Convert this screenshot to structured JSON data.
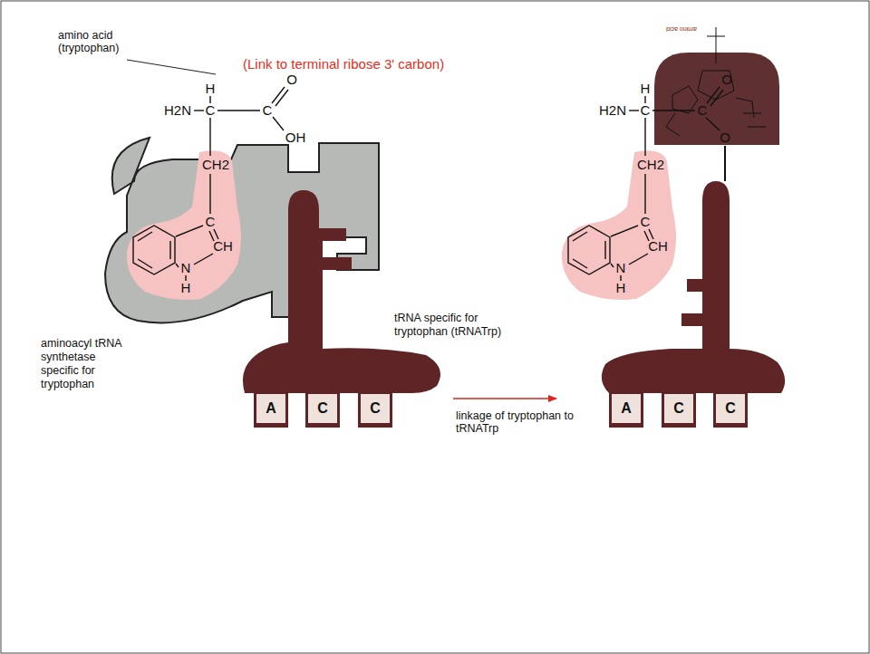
{
  "diagram": {
    "nodes": [
      {
        "text": [
          "aminoacyl tRNA synthetase specific for tryptophan"
        ]
      },
      {
        "text": [
          "tRNA specific for tryptophan (tRNATrp)"
        ]
      },
      {
        "text": [
          "A"
        ],
        "in": 1
      },
      {
        "text": [
          "C"
        ],
        "in": 1
      },
      {
        "text": [
          "C"
        ],
        "in": 1
      },
      {
        "text": [
          "A"
        ]
      },
      {
        "text": [
          "C"
        ]
      },
      {
        "text": [
          "C"
        ]
      }
    ],
    "labels": [
      "(Link to terminal ribose 3' carbon)",
      "amino acid",
      "amino acid (tryptophan)",
      "linkage of tryptophan to tRNATrp",
      "H",
      "H2N",
      "C",
      "C",
      "O",
      "OH",
      "CH2",
      "C",
      "CH",
      "N",
      "H",
      "H",
      "H2N",
      "C",
      "C",
      "O",
      "O",
      "CH2",
      "C",
      "CH",
      "N",
      "H"
    ]
  }
}
